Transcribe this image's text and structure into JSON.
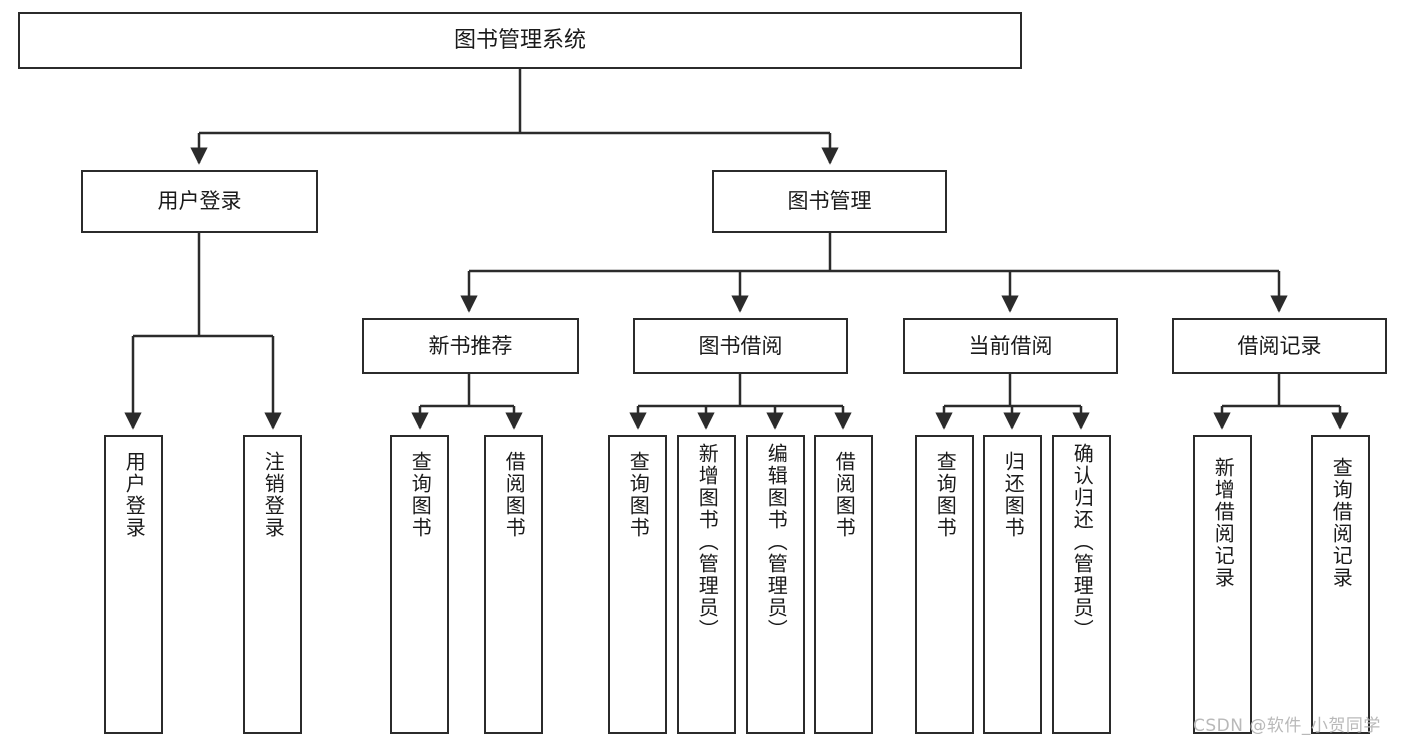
{
  "diagram": {
    "title": "图书管理系统",
    "root": {
      "id": "root",
      "label": "图书管理系统",
      "orientation": "horizontal"
    },
    "level2": [
      {
        "id": "user-login",
        "label": "用户登录",
        "orientation": "horizontal"
      },
      {
        "id": "book-management",
        "label": "图书管理",
        "orientation": "horizontal"
      }
    ],
    "level3": [
      {
        "id": "new-book-recommend",
        "label": "新书推荐",
        "orientation": "horizontal",
        "parent": "book-management"
      },
      {
        "id": "book-borrow",
        "label": "图书借阅",
        "orientation": "horizontal",
        "parent": "book-management"
      },
      {
        "id": "current-borrow",
        "label": "当前借阅",
        "orientation": "horizontal",
        "parent": "book-management"
      },
      {
        "id": "borrow-record",
        "label": "借阅记录",
        "orientation": "horizontal",
        "parent": "book-management"
      }
    ],
    "leaves": [
      {
        "id": "leaf-user-login",
        "label": "用户登录",
        "orientation": "vertical",
        "parent": "user-login"
      },
      {
        "id": "leaf-user-logout",
        "label": "注销登录",
        "orientation": "vertical",
        "parent": "user-login"
      },
      {
        "id": "leaf-query-book-1",
        "label": "查询图书",
        "orientation": "vertical",
        "parent": "new-book-recommend"
      },
      {
        "id": "leaf-borrow-book-1",
        "label": "借阅图书",
        "orientation": "vertical",
        "parent": "new-book-recommend"
      },
      {
        "id": "leaf-query-book-2",
        "label": "查询图书",
        "orientation": "vertical",
        "parent": "book-borrow"
      },
      {
        "id": "leaf-add-book",
        "label": "新增图书（管理员）",
        "orientation": "vertical",
        "parent": "book-borrow"
      },
      {
        "id": "leaf-edit-book",
        "label": "编辑图书（管理员）",
        "orientation": "vertical",
        "parent": "book-borrow"
      },
      {
        "id": "leaf-borrow-book-2",
        "label": "借阅图书",
        "orientation": "vertical",
        "parent": "book-borrow"
      },
      {
        "id": "leaf-query-book-3",
        "label": "查询图书",
        "orientation": "vertical",
        "parent": "current-borrow"
      },
      {
        "id": "leaf-return-book",
        "label": "归还图书",
        "orientation": "vertical",
        "parent": "current-borrow"
      },
      {
        "id": "leaf-confirm-return",
        "label": "确认归还（管理员）",
        "orientation": "vertical",
        "parent": "current-borrow"
      },
      {
        "id": "leaf-add-record",
        "label": "新增借阅记录",
        "orientation": "vertical",
        "parent": "borrow-record"
      },
      {
        "id": "leaf-query-record",
        "label": "查询借阅记录",
        "orientation": "vertical",
        "parent": "borrow-record"
      }
    ],
    "watermark": "CSDN @软件_小贺同学",
    "colors": {
      "box_border": "#2b2b2b",
      "connector": "#2b2b2b",
      "text": "#1a1a1a",
      "background": "#ffffff",
      "watermark": "#b9b9b9"
    }
  }
}
